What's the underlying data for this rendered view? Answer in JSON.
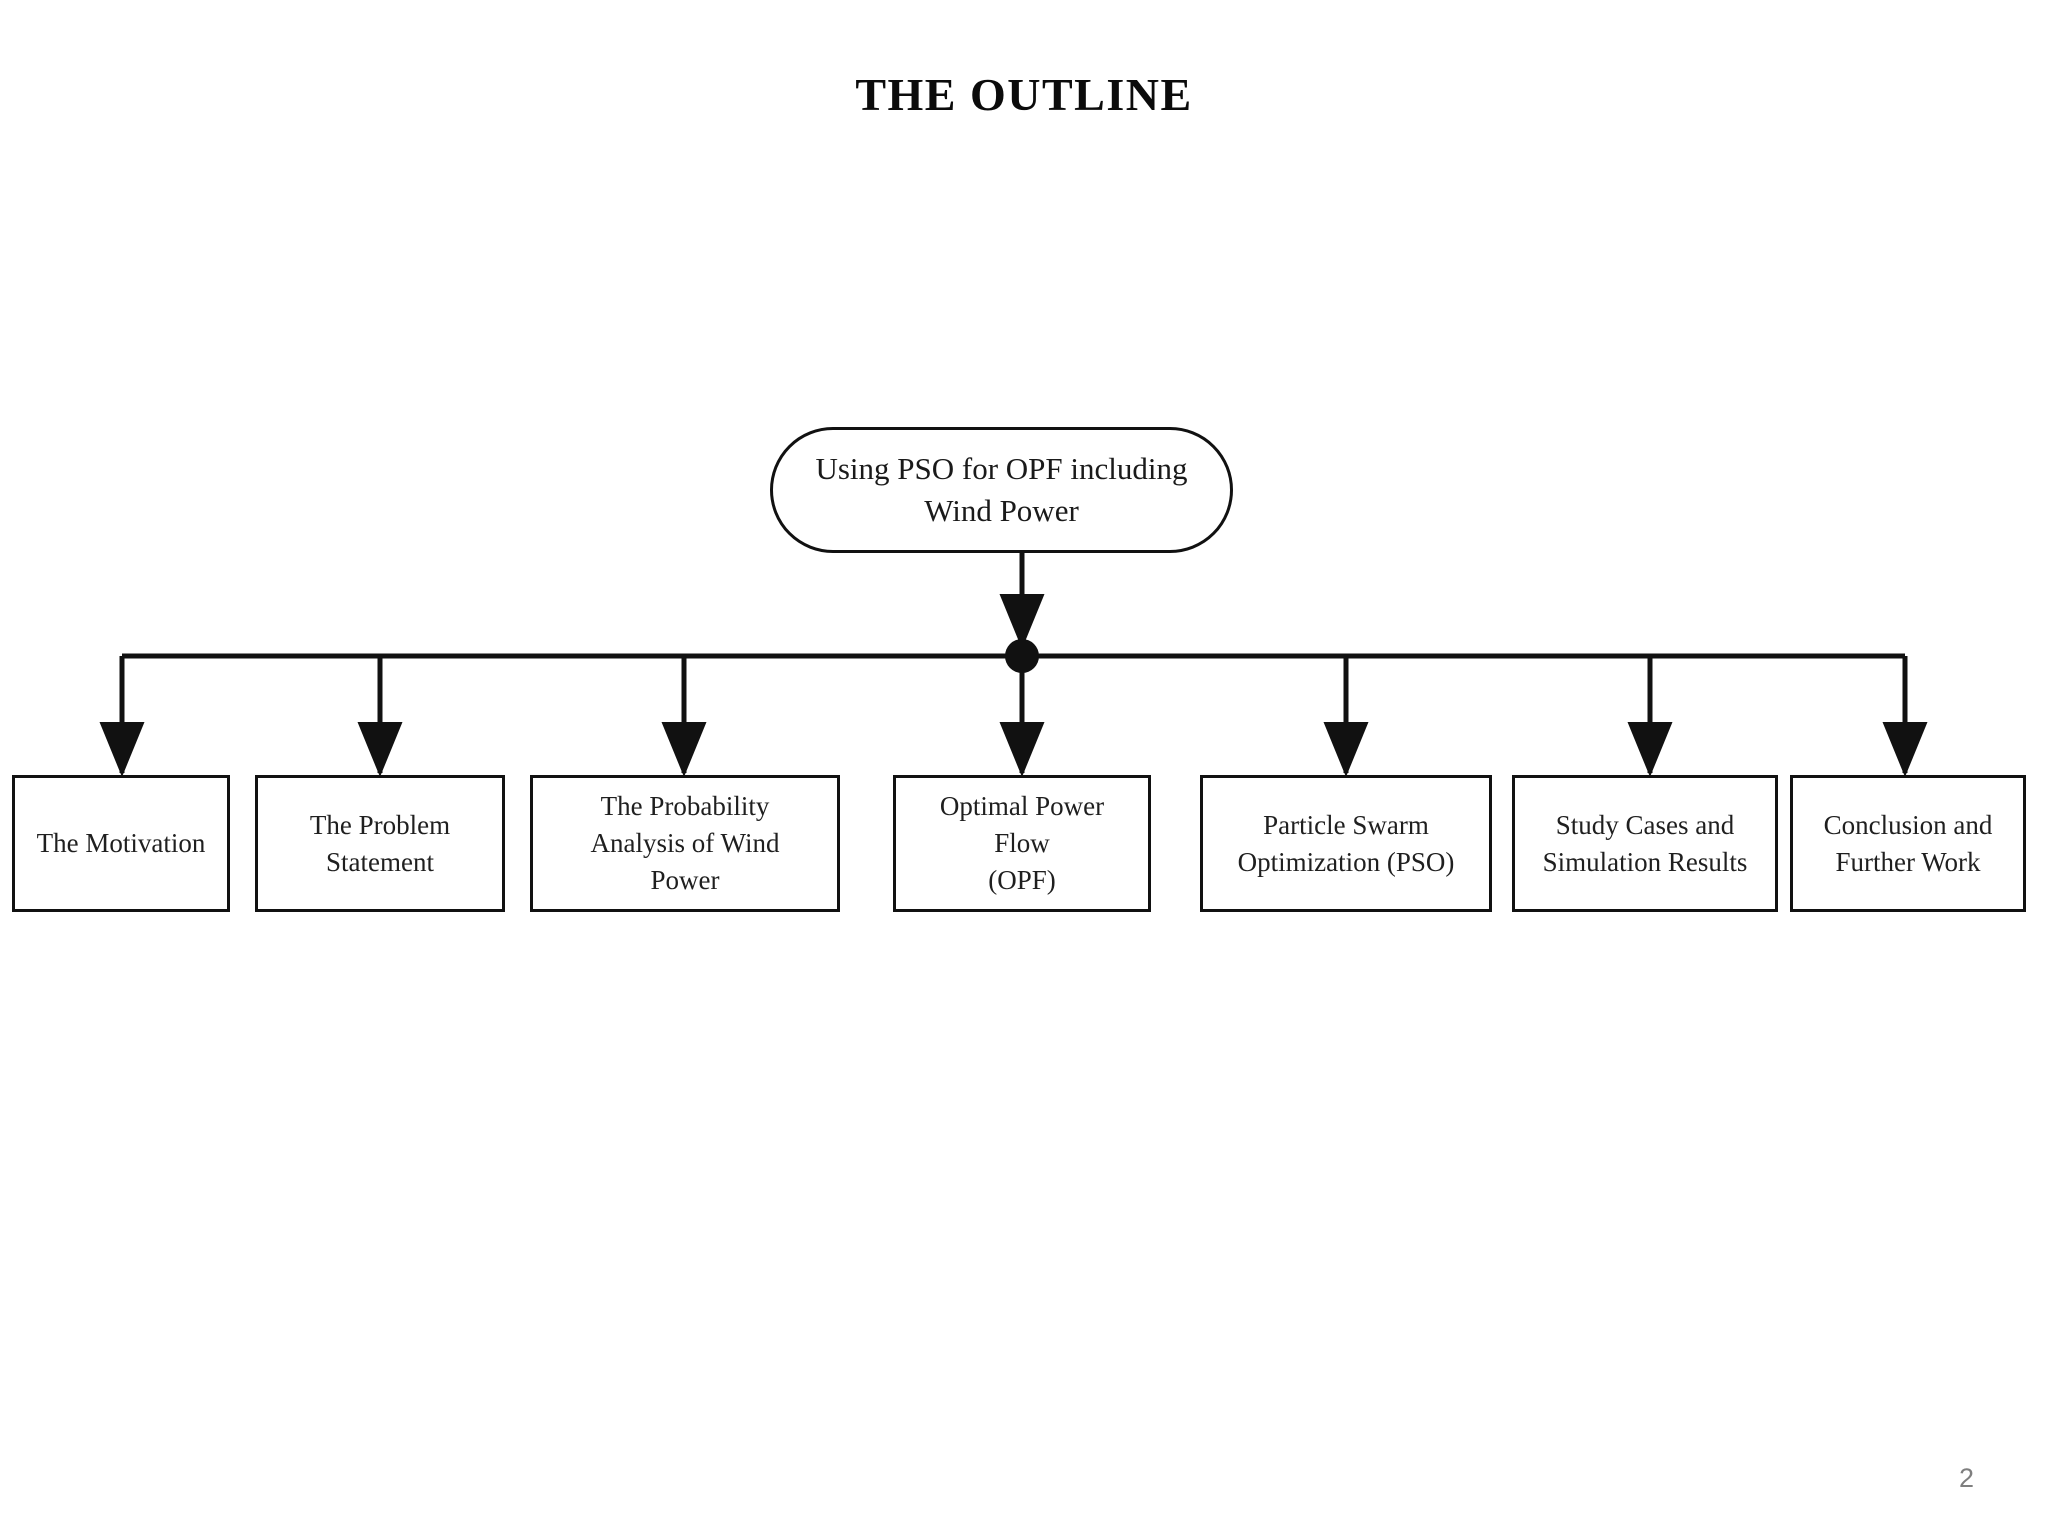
{
  "slide": {
    "title": "THE OUTLINE",
    "page_number": "2",
    "background_color": "#ffffff",
    "line_color": "#111111",
    "text_color": "#1a1a1a",
    "page_number_color": "#7f7f7f"
  },
  "diagram": {
    "type": "tree",
    "root": {
      "label": "Using PSO for OPF including\nWind Power",
      "shape": "rounded-rectangle"
    },
    "junction": {
      "shape": "filled-circle",
      "description": "arrow from root terminates at bus junction dot"
    },
    "children": [
      {
        "label": "The Motivation",
        "shape": "rectangle"
      },
      {
        "label": "The Problem\nStatement",
        "shape": "rectangle"
      },
      {
        "label": "The Probability\nAnalysis of Wind\nPower",
        "shape": "rectangle"
      },
      {
        "label": "Optimal Power\nFlow\n(OPF)",
        "shape": "rectangle"
      },
      {
        "label": "Particle Swarm\nOptimization (PSO)",
        "shape": "rectangle"
      },
      {
        "label": "Study Cases and\nSimulation Results",
        "shape": "rectangle"
      },
      {
        "label": "Conclusion and\nFurther Work",
        "shape": "rectangle"
      }
    ]
  }
}
